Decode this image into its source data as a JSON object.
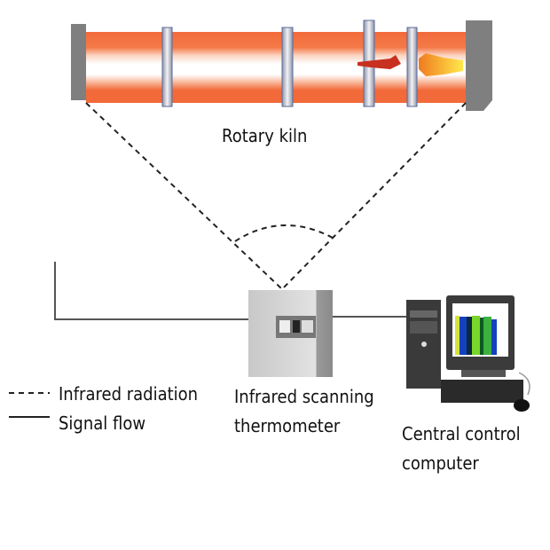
{
  "labels": {
    "kiln": "Rotary kiln",
    "thermometer_line1": "Infrared scanning",
    "thermometer_line2": "thermometer",
    "computer_line1": "Central control",
    "computer_line2": "computer"
  },
  "legend": [
    {
      "style": "dashed",
      "label": "Infrared radiation"
    },
    {
      "style": "solid",
      "label": "Signal flow"
    }
  ],
  "colors": {
    "kiln": "#f26a3a",
    "kiln_highlight": "#ffffff",
    "caps": "#808080",
    "rings": "#5a6a9a",
    "lines": "#333333"
  }
}
